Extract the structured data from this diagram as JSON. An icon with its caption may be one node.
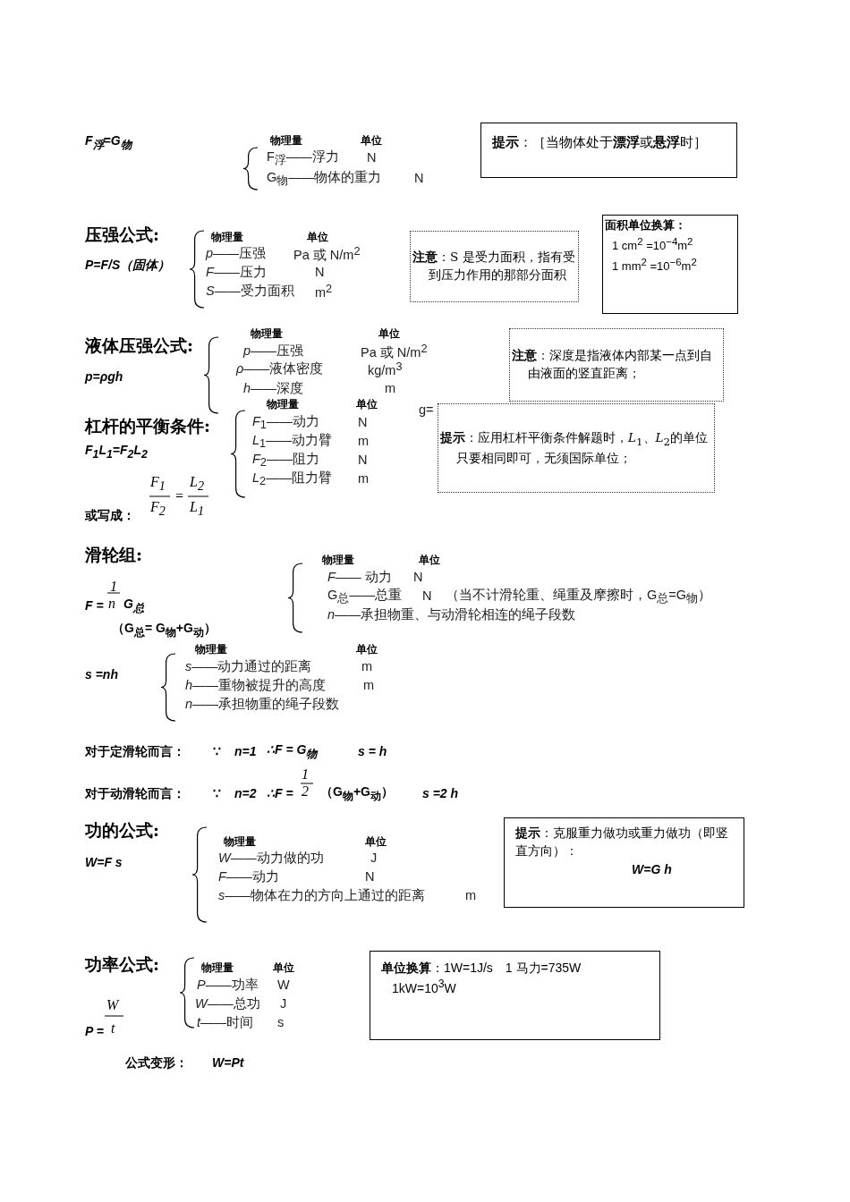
{
  "diagram": {
    "nodes": [
      {
        "text": [
          "**提示**：［当物体处于**漂浮**或**悬浮**时］"
        ]
      },
      {
        "text": [
          "**注意**：S 是受力面积，指有受到压力作用的那部分面积"
        ]
      },
      {
        "text": [
          "面积单位换算：",
          "1 cm$^{2}$ =10$^{−4}$m$^{2}$",
          "1 mm$^{2}$ =10$^{−6}$m$^{2}$"
        ]
      },
      {
        "text": [
          "**注意**：深度是指液体内部某一点到自由液面的竖直距离；"
        ]
      },
      {
        "text": [
          "**提示**：应用杠杆平衡条件解题时，*L*$_{1}$、*L*$_{2}$的单位只要相同即可，无须国际单位；"
        ]
      },
      {
        "text": [
          "**提示**：克服重力做功或重力做功（即竖直方向）：",
          "W=G h"
        ]
      },
      {
        "text": [
          "**单位换算**：1W=1J/s　1 马力=735W",
          "1kW=10$^{3}$W"
        ]
      }
    ],
    "labels": [
      "F$_{浮}$=G$_{物}$",
      "物理量",
      "单位",
      "F$_{浮}$——浮力",
      "N",
      "G$_{物}$——物体的重力",
      "N",
      "压强公式:",
      "*P=F/S*（固体）",
      "物理量",
      "单位",
      "*p*——压强",
      "Pa 或 N/m$^{2}$",
      "*F*——压力",
      "N",
      "*S*——受力面积",
      "m$^{2}$",
      "液体压强公式:",
      "p=ρgh",
      "物理量",
      "单位",
      "*p*——压强",
      "Pa 或 N/m$^{2}$",
      "*ρ*——液体密度",
      "kg/m$^{3}$",
      "*h*——深度",
      "m",
      "g=",
      "杠杆的平衡条件:",
      "F$_{1}$L$_{1}$=F$_{2}$L$_{2}$",
      "物理量",
      "单位",
      "*F*$_{1}$——动力",
      "N",
      "*L*$_{1}$——动力臂",
      "m",
      "*F*$_{2}$——阻力",
      "N",
      "*L*$_{2}$——阻力臂",
      "m",
      "F$_{1}$",
      "F$_{2}$",
      "=",
      "L$_{2}$",
      "L$_{1}$",
      "或写成：",
      "滑轮组:",
      "F =",
      "1",
      "n",
      "G$_{总}$",
      "（G$_{总}$= G$_{物}$+G$_{动}$）",
      "物理量",
      "单位",
      "*F*—— 动力",
      "N",
      "G$_{总}$——总重",
      "N",
      "（当不计滑轮重、绳重及摩擦时，G$_{总}$=G$_{物}$）",
      "*n*——承担物重、与动滑轮相连的绳子段数",
      "物理量",
      "单位",
      "s =nh",
      "*s*——动力通过的距离",
      "m",
      "*h*——重物被提升的高度",
      "m",
      "*n*——承担物重的绳子段数",
      "对于定滑轮而言：",
      "∵",
      "n=1",
      "∴F = G$_{物}$",
      "s = h",
      "对于动滑轮而言：",
      "∵",
      "n=2",
      "∴F =",
      "1",
      "2",
      "（G$_{物}$+G$_{动}$）",
      "s =2 h",
      "功的公式:",
      "W=F s",
      "物理量",
      "单位",
      "*W*——动力做的功",
      "J",
      "*F*——动力",
      "N",
      "*s*——物体在力的方向上通过的距离",
      "m",
      "功率公式:",
      "物理量",
      "单位",
      "*P*——功率",
      "W",
      "*W*——总功",
      "J",
      "*t*——时间",
      "s",
      "P =",
      "W",
      "t",
      "公式变形：",
      "W=Pt"
    ]
  }
}
